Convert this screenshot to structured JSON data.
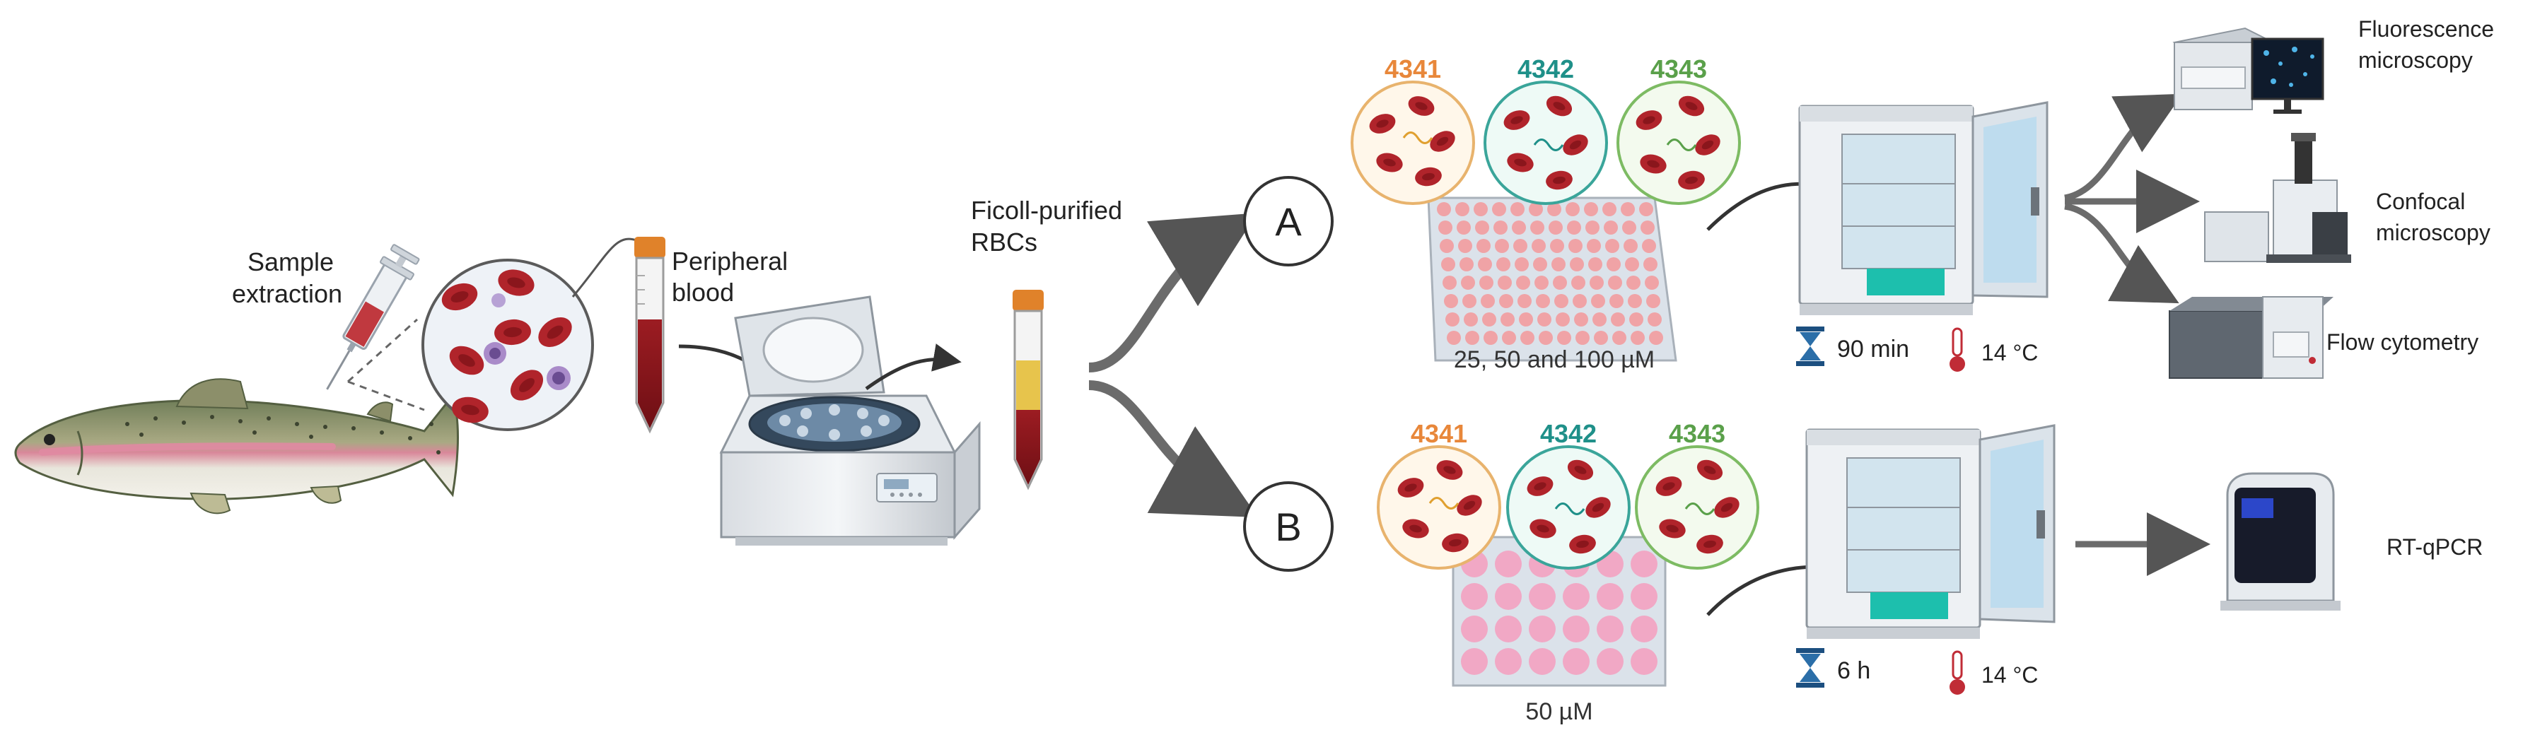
{
  "labels": {
    "sample_extraction": [
      "Sample",
      "extraction"
    ],
    "peripheral_blood": [
      "Peripheral",
      "blood"
    ],
    "ficoll_rbcs": [
      "Ficoll-purified",
      "RBCs"
    ]
  },
  "branch_a": {
    "letter": "A",
    "strains": [
      "4341",
      "4342",
      "4343"
    ],
    "concentration": "25, 50 and 100 µM",
    "time": "90 min",
    "temperature": "14 °C",
    "outputs": {
      "fluorescence": [
        "Fluorescence",
        "microscopy"
      ],
      "confocal": [
        "Confocal",
        "microscopy"
      ],
      "flow": "Flow cytometry"
    }
  },
  "branch_b": {
    "letter": "B",
    "strains": [
      "4341",
      "4342",
      "4343"
    ],
    "concentration": "50  µM",
    "time": "6 h",
    "temperature": "14 °C",
    "output": "RT-qPCR"
  },
  "colors": {
    "strain_4341": "#e8873a",
    "strain_4342": "#1f9089",
    "strain_4343": "#5aa04a",
    "rbc": "#b0242b",
    "arrow": "#555555",
    "tube_cap": "#e0822a"
  },
  "icons": [
    "fish-icon",
    "syringe-icon",
    "blood-tube-icon",
    "centrifuge-icon",
    "hourglass-icon",
    "thermometer-icon",
    "incubator-icon",
    "microscope-icon",
    "flow-cytometer-icon",
    "qpcr-machine-icon"
  ]
}
